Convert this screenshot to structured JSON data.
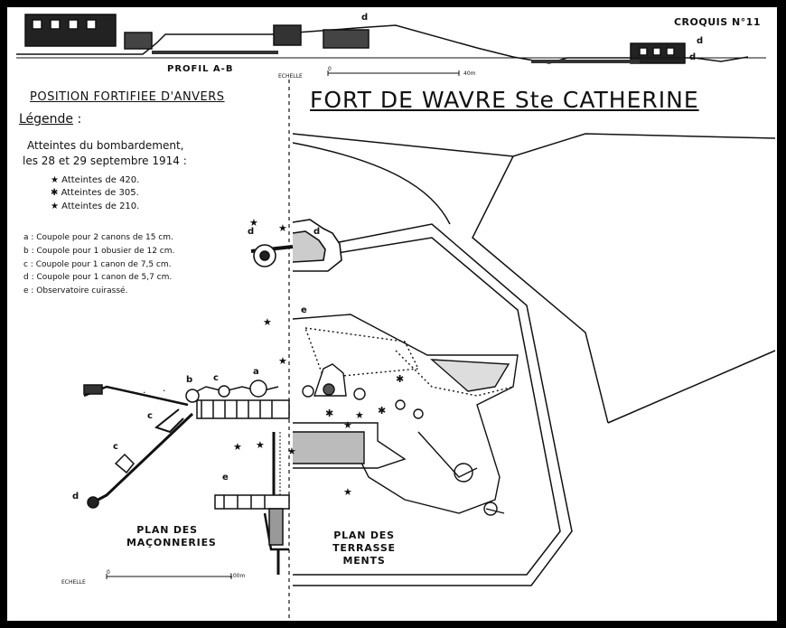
{
  "sheet": {
    "croquis": "CROQUIS N°11",
    "profile_title": "PROFIL A-B",
    "position_title": "POSITION FORTIFIEE D'ANVERS",
    "fort_title": "FORT DE WAVRE Ste CATHERINE",
    "plan_maconneries": "PLAN DES MAÇONNERIES",
    "plan_terrassements": "PLAN DES TERRASSE MENTS"
  },
  "scales": {
    "top": {
      "label": "ECHELLE",
      "zero": "0",
      "end": "40m"
    },
    "bottom": {
      "label": "ECHELLE",
      "zero": "0",
      "end": "100m"
    }
  },
  "legend": {
    "heading": "Légende",
    "bombardment_line1": "Atteintes du bombardement,",
    "bombardment_line2": "les 28 et 29 septembre 1914 :",
    "hits": [
      {
        "symbol": "★",
        "text": "Atteintes de 420."
      },
      {
        "symbol": "✱",
        "text": "Atteintes de 305."
      },
      {
        "symbol": "★",
        "text": "Atteintes de 210."
      }
    ],
    "cupolas": [
      "a : Coupole pour 2 canons de 15 cm.",
      "b : Coupole pour 1 obusier de 12 cm.",
      "c : Coupole pour 1 canon de 7,5 cm.",
      "d : Coupole pour 1 canon de 5,7 cm.",
      "e : Observatoire cuirassé."
    ]
  },
  "map_letters": {
    "a": "a",
    "b": "b",
    "c": "c",
    "d": "d",
    "e": "e"
  }
}
